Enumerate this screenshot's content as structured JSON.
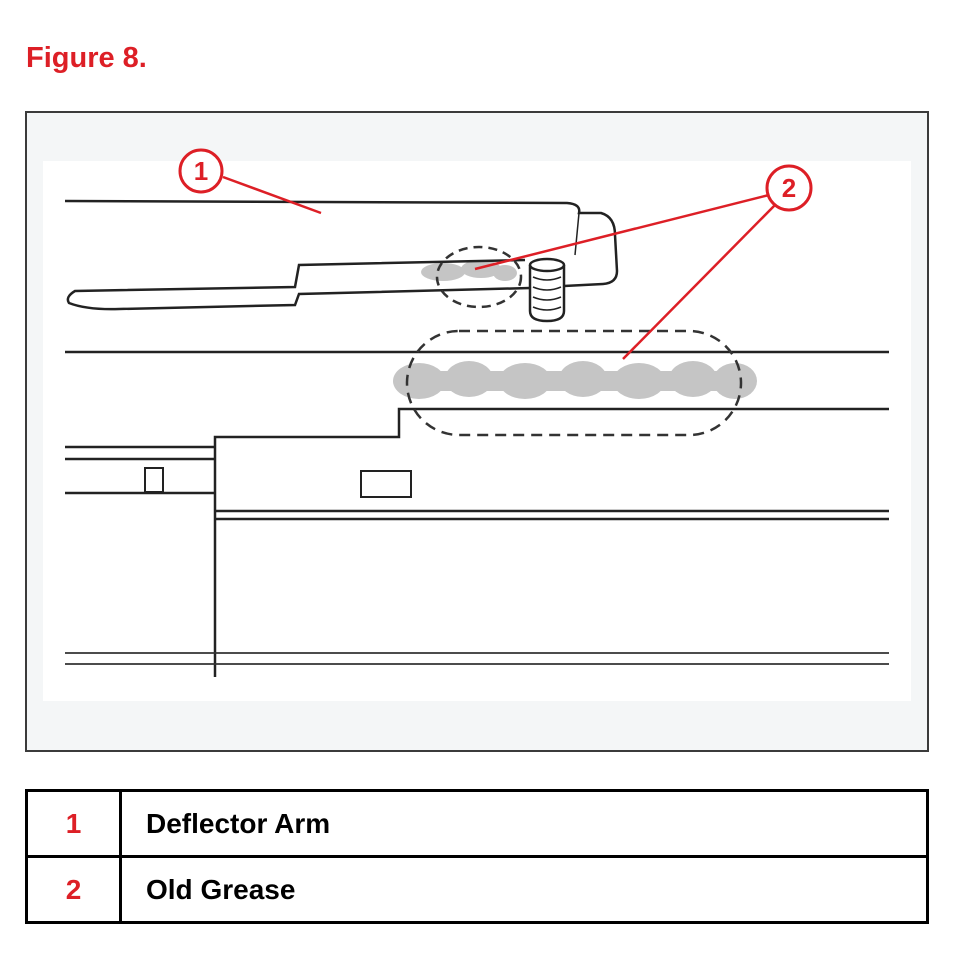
{
  "caption": "Figure 8.",
  "callouts": [
    {
      "number": "1",
      "label": "Deflector Arm"
    },
    {
      "number": "2",
      "label": "Old Grease"
    }
  ],
  "colors": {
    "accent": "#dd1f26",
    "line": "#222222",
    "grease": "#c5c5c5",
    "panel": "#f4f6f7"
  }
}
